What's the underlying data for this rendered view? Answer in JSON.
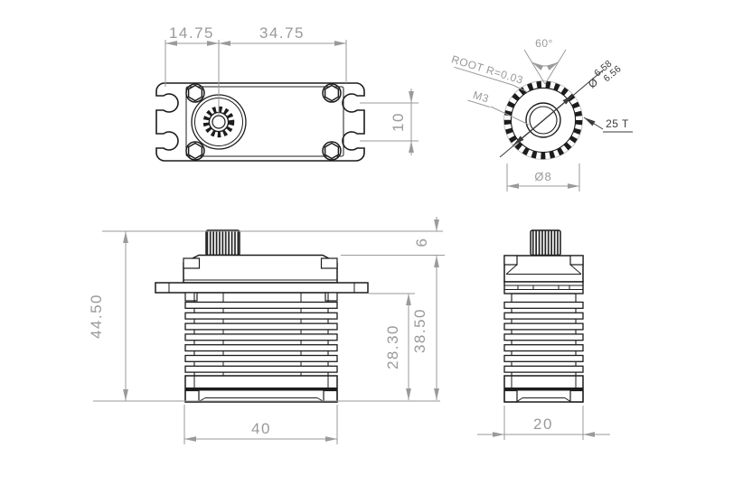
{
  "meta": {
    "background_color": "#ffffff",
    "geometry_color": "#1c1c1c",
    "dimension_color": "#9a9a9a",
    "drawing_type": "servo-dimension-drawing"
  },
  "top_view": {
    "dim_spline_offset": "14.75",
    "dim_spline_to_end": "34.75",
    "dim_slot_spacing": "10"
  },
  "spline_detail": {
    "tooth_angle": "60°",
    "root_radius": "ROOT R=0.03",
    "thread": "M3",
    "diameter_symbol": "Ø",
    "spline_dia_upper": "6.58",
    "spline_dia_lower": "6.56",
    "tooth_count": "25 T",
    "boss_diameter": "Ø8"
  },
  "front_view": {
    "overall_height": "44.50",
    "shaft_height": "6",
    "case_height": "38.50",
    "lower_body_height": "28.30",
    "body_width": "40"
  },
  "side_view": {
    "body_depth": "20"
  }
}
